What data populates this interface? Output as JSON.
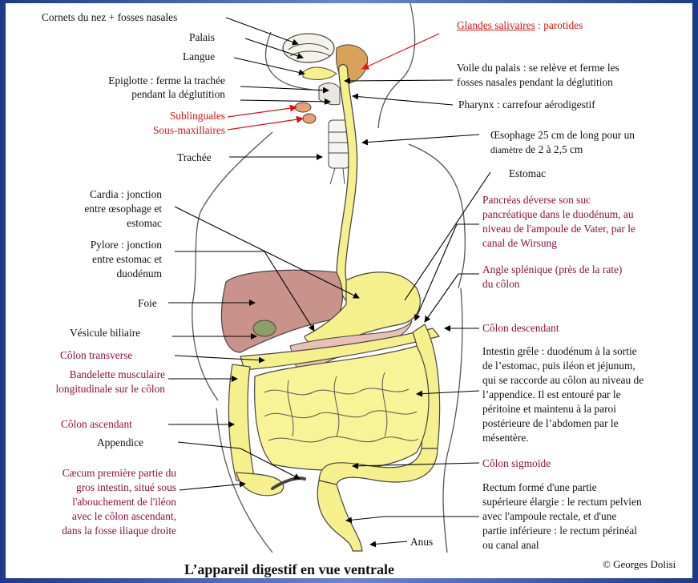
{
  "labels": {
    "cornets": "Cornets du nez + fosses nasales",
    "palais": "Palais",
    "langue": "Langue",
    "epiglotte_1": "Epiglotte : ferme la trachée",
    "epiglotte_2": "pendant la déglutition",
    "sublinguales": "Sublinguales",
    "sous_maxillaires": "Sous-maxillaires",
    "trachee": "Trachée",
    "cardia_1": "Cardia : jonction",
    "cardia_2": "entre œsophage et",
    "cardia_3": "estomac",
    "pylore_1": "Pylore : jonction",
    "pylore_2": "entre estomac et",
    "pylore_3": "duodénum",
    "foie": "Foie",
    "vesicule": "Vésicule biliaire",
    "colon_transverse": "Côlon transverse",
    "bandelette_1": "Bandelette musculaire",
    "bandelette_2": "longitudinale sur le côlon",
    "colon_ascendant": "Côlon ascendant",
    "appendice": "Appendice",
    "caecum_1": "Cæcum première partie du",
    "caecum_2": "gros intestin, situé sous",
    "caecum_3": "l'abouchement de l'iléon",
    "caecum_4": "avec le côlon ascendant,",
    "caecum_5": "dans la fosse iliaque droite",
    "glandes_title": "Glandes salivaires",
    "glandes_rest": " : parotides",
    "voile_1": "Voile du palais : se relève et ferme les",
    "voile_2": "fosses nasales pendant la déglutition",
    "pharynx": "Pharynx : carrefour aérodigestif",
    "oesophage_1": "Œsophage 25 cm de long pour un",
    "oesophage_2a": "diamètre",
    "oesophage_2b": " de 2 à 2,5 cm",
    "estomac": "Estomac",
    "pancreas_1": "Pancréas  déverse son suc",
    "pancreas_2": "pancréatique dans le duodénum, au",
    "pancreas_3": "niveau de l'ampoule de Vater, par le",
    "pancreas_4": "canal de Wirsung",
    "angle_1": "Angle splénique (près de la rate)",
    "angle_2": "du côlon",
    "colon_descendant": "Côlon descendant",
    "intestin_1": "Intestin grêle : duodénum à la sortie",
    "intestin_2": "de l’estomac, puis iléon et jéjunum,",
    "intestin_3": "qui se raccorde au côlon au niveau de",
    "intestin_4": "l’appendice. Il est entouré par le",
    "intestin_5": "péritoine et maintenu à la paroi",
    "intestin_6": "postérieure de l’abdomen par le",
    "intestin_7": "mésentère.",
    "colon_sigmoide": "Côlon sigmoïde",
    "rectum_1": "Rectum formé d'une partie",
    "rectum_2": "supérieure élargie : le rectum pelvien",
    "rectum_3": "avec l'ampoule rectale, et d'une",
    "rectum_4": "partie inférieure : le rectum périnéal",
    "rectum_5": "ou canal anal",
    "anus": "Anus"
  },
  "footer": {
    "title": "L’appareil digestif en vue ventrale",
    "copyright": "© Georges Dolisi"
  },
  "colors": {
    "black_label": "#111111",
    "red_label": "#e01010",
    "maroon_label": "#8a1236",
    "organ_yellow": "#f6f08c",
    "liver_brown": "#c9928a",
    "frame_blue": "#2f4f9f"
  }
}
